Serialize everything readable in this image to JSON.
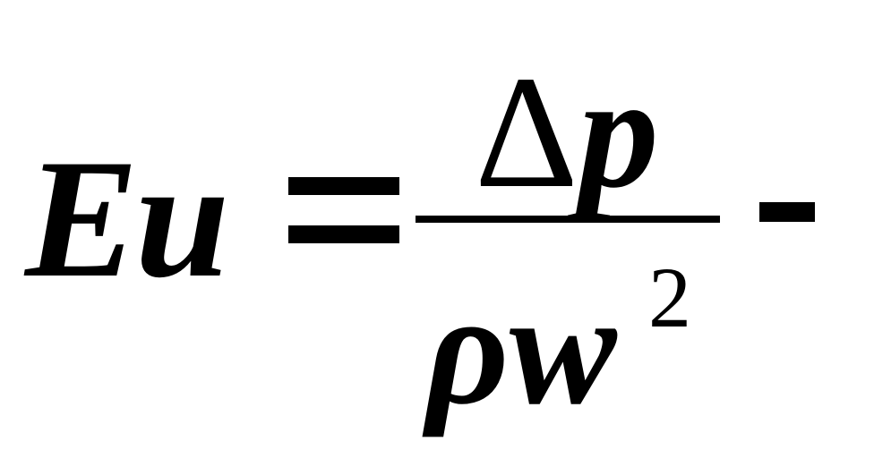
{
  "formula": {
    "lhs": "Eu",
    "equals_sign": "=",
    "numerator_delta": "Δ",
    "numerator_var": "p",
    "denominator_base": "ρw",
    "denominator_exponent": "2",
    "trailing_symbol": "-"
  }
}
